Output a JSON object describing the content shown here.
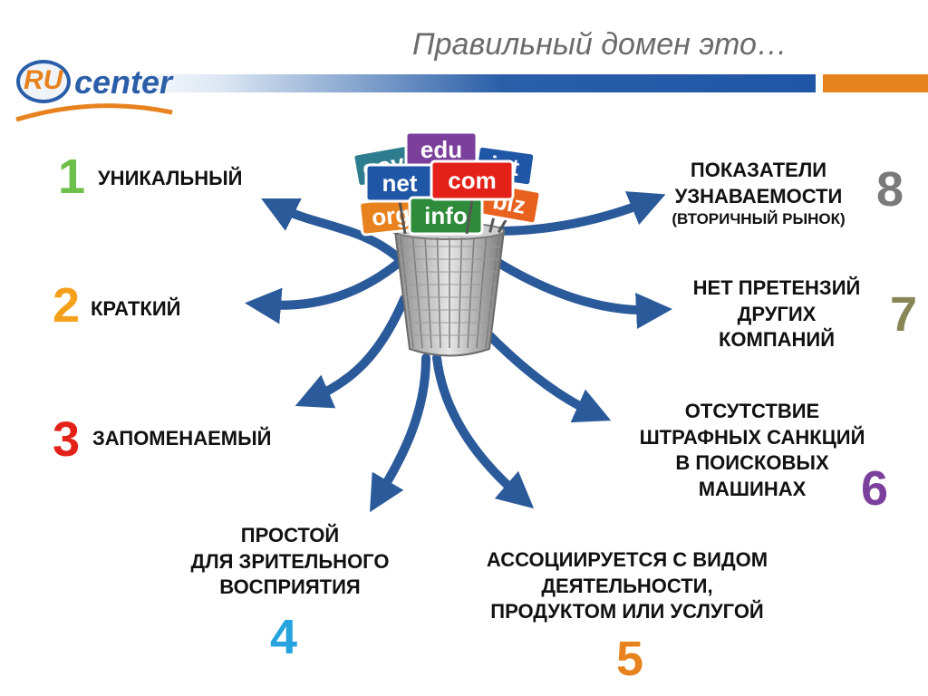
{
  "title": "Правильный домен это…",
  "logo": {
    "ru": "RU",
    "center": "center"
  },
  "colors": {
    "accent_blue": "#1f56a6",
    "accent_orange": "#e8821e",
    "arrow": "#2b5a9a"
  },
  "basket_signs": [
    "gov",
    "edu",
    "int",
    "net",
    "com",
    "org",
    "info",
    "biz"
  ],
  "items": [
    {
      "number": "1",
      "color": "#6cc04a",
      "lines": [
        "УНИКАЛЬНЫЙ"
      ]
    },
    {
      "number": "2",
      "color": "#f5a01a",
      "lines": [
        "КРАТКИЙ"
      ]
    },
    {
      "number": "3",
      "color": "#e32119",
      "lines": [
        "ЗАПОМЕНАЕМЫЙ"
      ]
    },
    {
      "number": "4",
      "color": "#27a4e0",
      "lines": [
        "ПРОСТОЙ",
        "ДЛЯ ЗРИТЕЛЬНОГО",
        "ВОСПРИЯТИЯ"
      ]
    },
    {
      "number": "5",
      "color": "#e8821e",
      "lines": [
        "АССОЦИИРУЕТСЯ С ВИДОМ",
        "ДЕЯТЕЛЬНОСТИ,",
        "ПРОДУКТОМ ИЛИ УСЛУГОЙ"
      ]
    },
    {
      "number": "6",
      "color": "#7b3f9c",
      "lines": [
        "ОТСУТСТВИЕ",
        "ШТРАФНЫХ САНКЦИЙ",
        "В ПОИСКОВЫХ",
        "МАШИНАХ"
      ]
    },
    {
      "number": "7",
      "color": "#8a8556",
      "lines": [
        "НЕТ ПРЕТЕНЗИЙ",
        "ДРУГИХ",
        "КОМПАНИЙ"
      ]
    },
    {
      "number": "8",
      "color": "#7a7a7a",
      "lines": [
        "ПОКАЗАТЕЛИ",
        "УЗНАВАЕМОСТИ"
      ],
      "sub": "(ВТОРИЧНЫЙ РЫНОК)"
    }
  ]
}
